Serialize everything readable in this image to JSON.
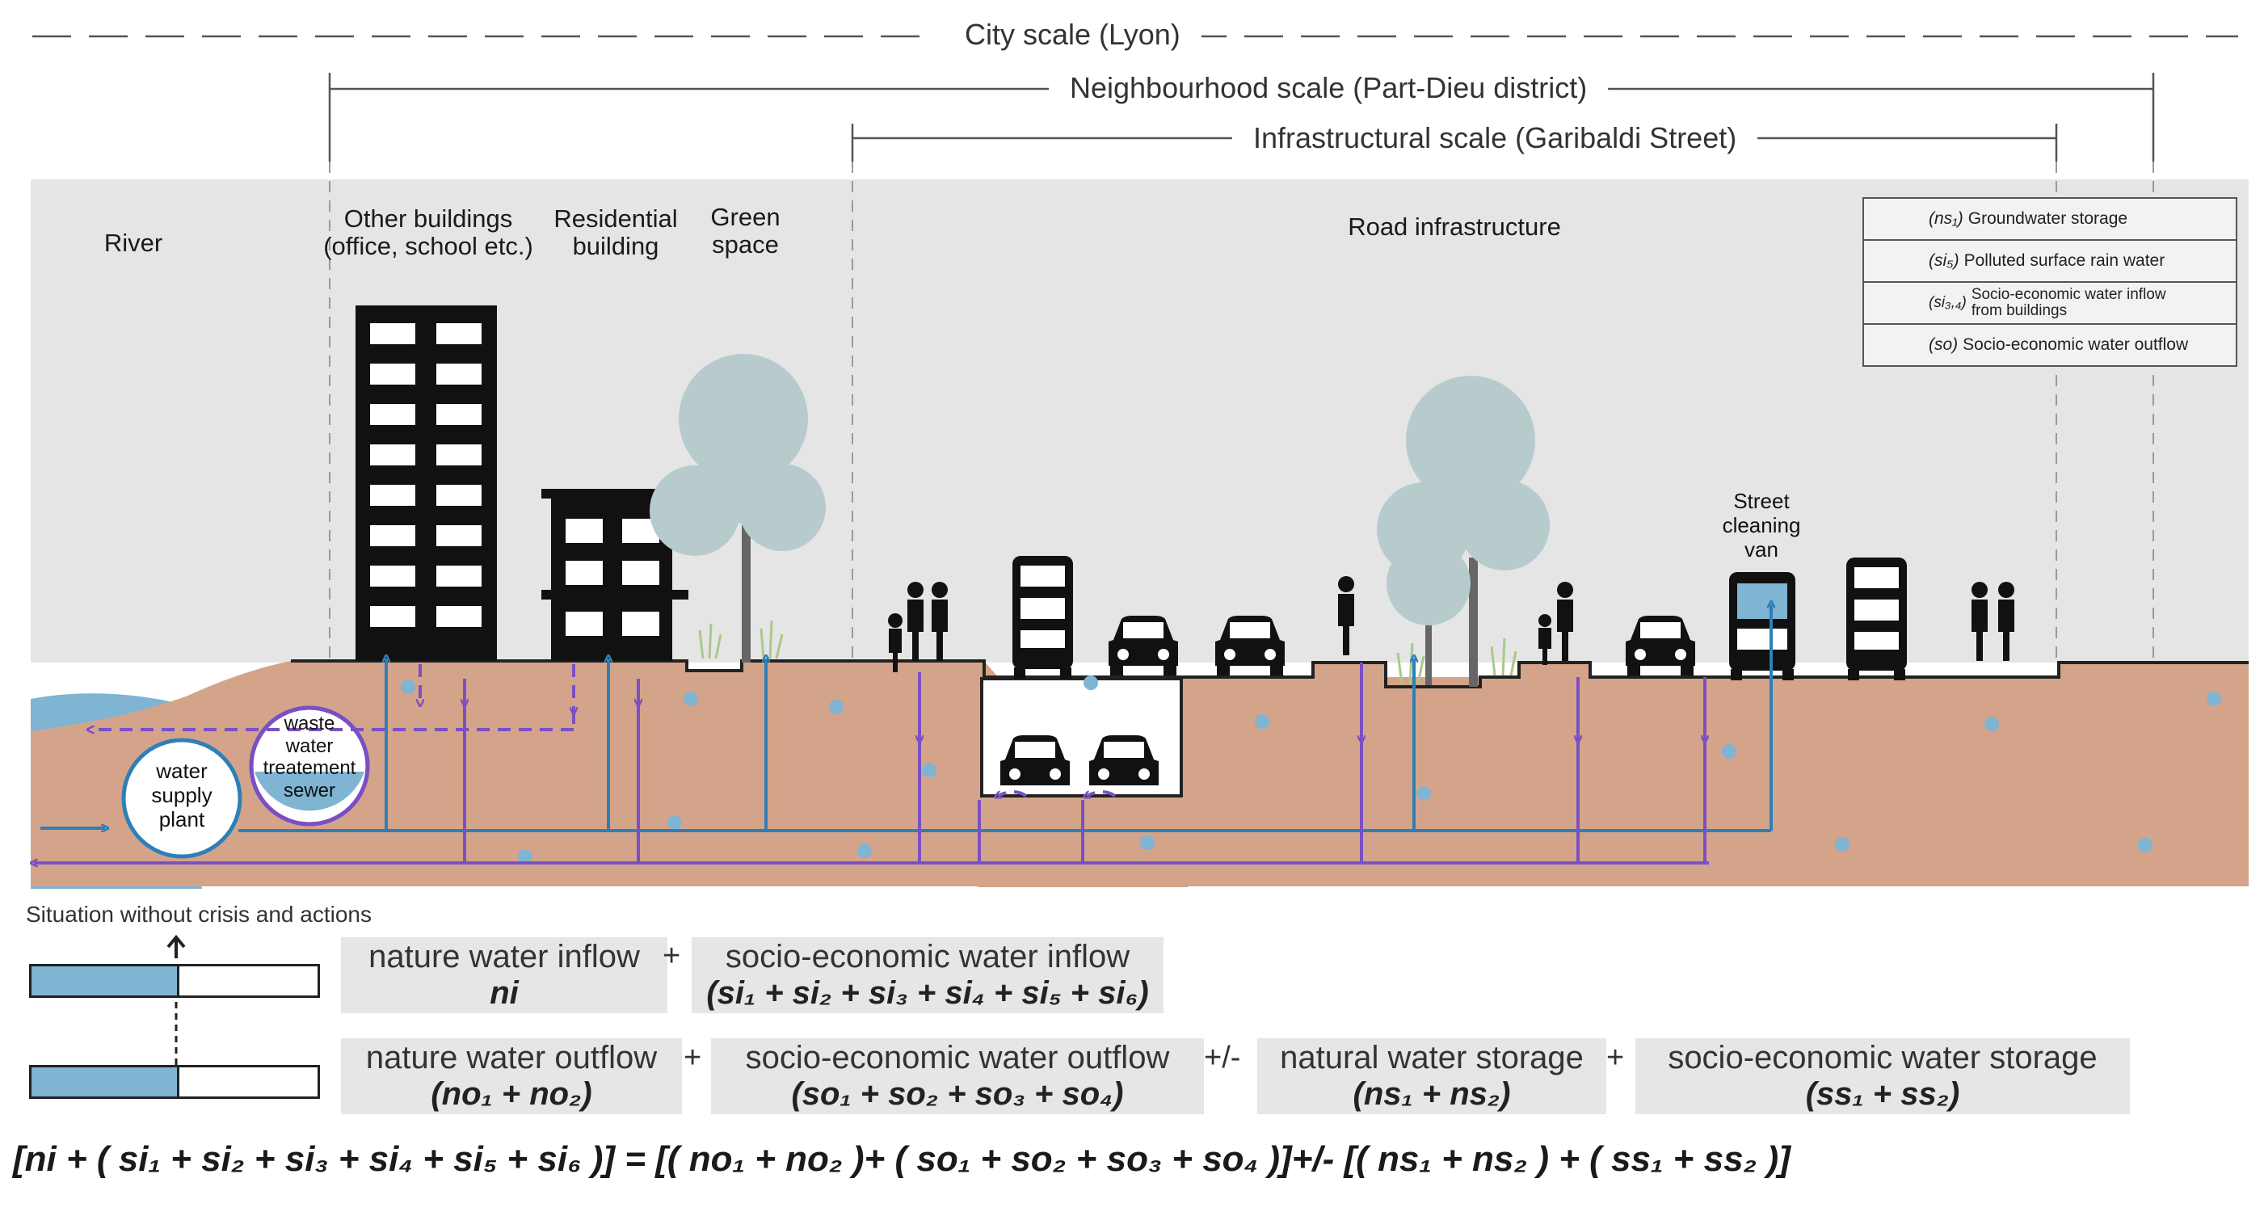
{
  "scales": {
    "city": "City scale (Lyon)",
    "neighbourhood": "Neighbourhood scale (Part-Dieu district)",
    "infrastructural": "Infrastructural scale (Garibaldi Street)"
  },
  "zones": {
    "river": "River",
    "other_buildings": "Other buildings\n(office, school etc.)",
    "residential": "Residential\nbuilding",
    "green_space": "Green\nspace",
    "road": "Road infrastructure"
  },
  "facilities": {
    "water_supply": "water\nsupply\nplant",
    "waste_water": "waste\nwater\ntreatement\nsewer",
    "street_cleaning": "Street\ncleaning\nvan"
  },
  "legend": [
    {
      "code": "(ns₁)",
      "text": "Groundwater storage",
      "icon": "groundwater-dot"
    },
    {
      "code": "(si₅)",
      "text": "Polluted surface rain water",
      "icon": "purple-arrow"
    },
    {
      "code": "(si₃,₄)",
      "text": "Socio-economic water inflow from buildings",
      "icon": "purple-dashed-arrow"
    },
    {
      "code": "(so)",
      "text": "Socio-economic water outflow",
      "icon": "blue-arrow"
    }
  ],
  "situation": "Situation without crisis and actions",
  "inflow": {
    "nature_label": "nature water inflow",
    "nature_formula": "ni",
    "plus": "+",
    "socio_label": "socio-economic water inflow",
    "socio_formula": "(si₁ + si₂ + si₃ + si₄ + si₅ + si₆)"
  },
  "outflow": {
    "nature_label": "nature water outflow",
    "nature_formula": "(no₁ + no₂)",
    "plus": "+",
    "socio_label": "socio-economic water outflow",
    "socio_formula": "(so₁ + so₂ + so₃ + so₄)",
    "plusminus": "+/-",
    "natural_storage_label": "natural water storage",
    "natural_storage_formula": "(ns₁ + ns₂)",
    "plus2": "+",
    "socio_storage_label": "socio-economic water storage",
    "socio_storage_formula": "(ss₁ + ss₂)"
  },
  "equation": "[ni + ( si₁ + si₂ + si₃ + si₄ + si₅ + si₆ )] = [( no₁ + no₂ )+ ( so₁ + so₂ + so₃ + so₄ )]+/- [( ns₁ + ns₂ ) + ( ss₁ + ss₂ )]",
  "colors": {
    "ground": "#d4a48a",
    "sky": "#e5e5e5",
    "water": "#7fb4d2",
    "purple": "#7b4fc4",
    "blue": "#2e7fb8",
    "tree": "#b7cbcd"
  }
}
